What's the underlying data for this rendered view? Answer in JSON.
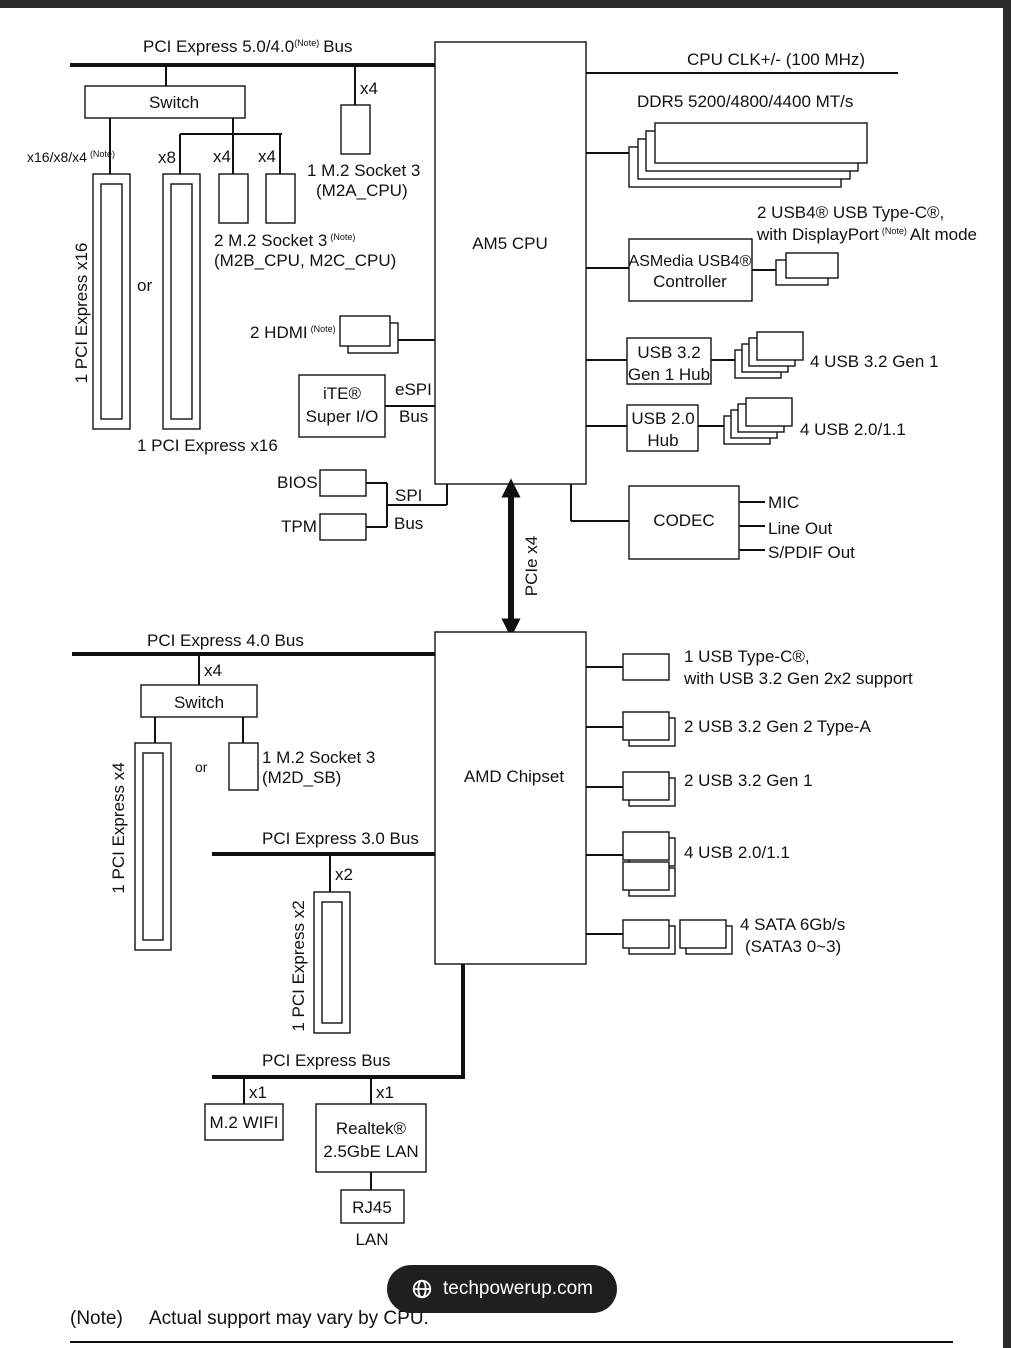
{
  "cpu": {
    "title": "AM5 CPU",
    "pcie_bus": "PCI Express 5.0/4.0",
    "pcie_bus_suffix": "Bus",
    "note_tag": "(Note)",
    "switch": "Switch",
    "x16_label": "x16/x8/x4",
    "x8": "x8",
    "x4a": "x4",
    "x4b": "x4",
    "x4c": "x4",
    "m2a_line1": "1 M.2 Socket 3",
    "m2a_line2": "(M2A_CPU)",
    "m2bc_line1": "2 M.2 Socket 3",
    "m2bc_line2": "(M2B_CPU, M2C_CPU)",
    "pcie_x16_vertical": "1 PCI Express x16",
    "or": "or",
    "pcie_x16_bottom": "1 PCI Express x16",
    "hdmi": "2 HDMI",
    "ite_line1": "iTE®",
    "ite_line2": "Super I/O",
    "espi": "eSPI",
    "espi_bus": "Bus",
    "bios": "BIOS",
    "tpm": "TPM",
    "spi": "SPI",
    "spi_bus": "Bus",
    "clk": "CPU CLK+/- (100 MHz)",
    "ddr": "DDR5 5200/4800/4400 MT/s",
    "usb4_line1": "2 USB4® USB Type-C®,",
    "usb4_line2a": "with DisplayPort",
    "usb4_line2b": "Alt mode",
    "asmedia_line1": "ASMedia USB4®",
    "asmedia_line2": "Controller",
    "hub32_line1": "USB 3.2",
    "hub32_line2": "Gen 1 Hub",
    "usb32gen1": "4 USB 3.2 Gen 1",
    "hub20_line1": "USB 2.0",
    "hub20_line2": "Hub",
    "usb20": "4 USB 2.0/1.1",
    "codec": "CODEC",
    "mic": "MIC",
    "lineout": "Line Out",
    "spdif": "S/PDIF Out"
  },
  "link": {
    "label": "PCIe x4"
  },
  "chipset": {
    "title": "AMD Chipset",
    "pcie4_bus": "PCI Express 4.0 Bus",
    "x4": "x4",
    "switch": "Switch",
    "pcie_x4": "1 PCI Express x4",
    "or": "or",
    "m2d_line1": "1 M.2 Socket 3",
    "m2d_line2": "(M2D_SB)",
    "pcie3_bus": "PCI Express 3.0 Bus",
    "x2": "x2",
    "pcie_x2": "1 PCI Express x2",
    "pcie_bus": "PCI Express Bus",
    "x1a": "x1",
    "x1b": "x1",
    "wifi": "M.2 WIFI",
    "realtek_line1": "Realtek®",
    "realtek_line2": "2.5GbE LAN",
    "rj45": "RJ45",
    "lan": "LAN",
    "typec_line1": "1 USB Type-C®,",
    "typec_line2": "with USB 3.2 Gen 2x2 support",
    "gen2": "2 USB 3.2 Gen 2 Type-A",
    "gen1": "2 USB 3.2 Gen 1",
    "usb20": "4 USB 2.0/1.1",
    "sata_line1": "4 SATA 6Gb/s",
    "sata_line2": "(SATA3 0~3)"
  },
  "footer": {
    "note": "(Note)",
    "note_text": "Actual support may vary by CPU."
  },
  "watermark": {
    "text": "techpowerup.com",
    "icon": "globe-icon"
  }
}
